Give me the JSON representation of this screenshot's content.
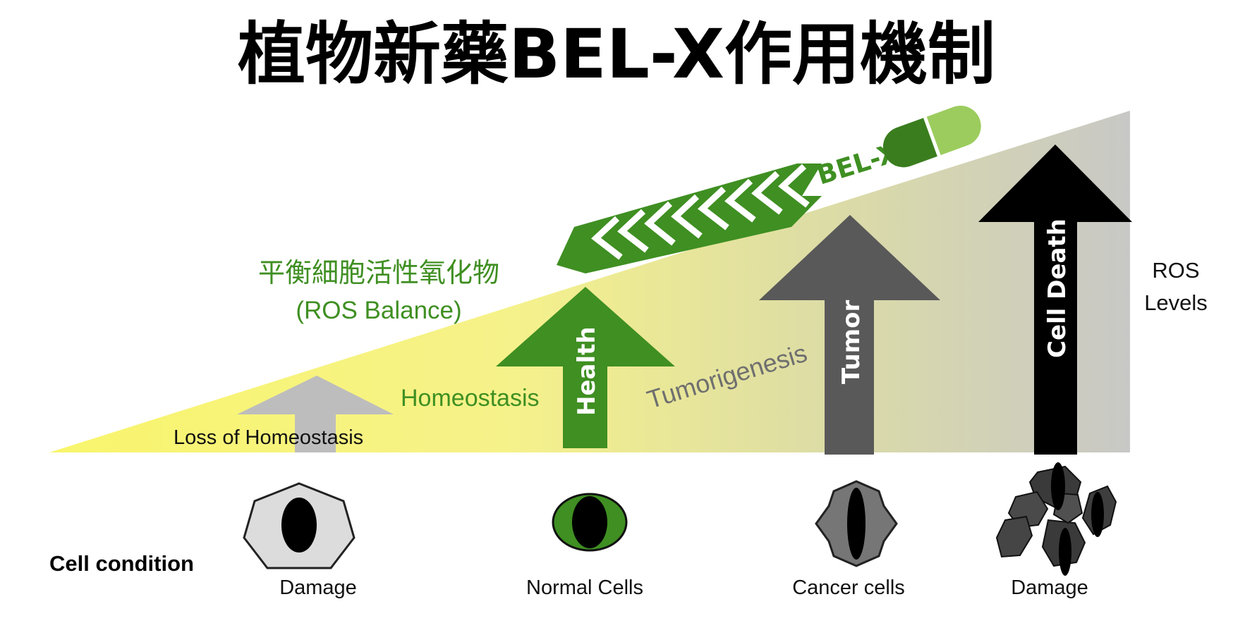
{
  "title": "植物新藥BEL-X作用機制",
  "drug_label": "BEL-X",
  "ros_balance_cn": "平衡細胞活性氧化物",
  "ros_balance_en": "(ROS Balance)",
  "ros_levels": [
    "ROS",
    "Levels"
  ],
  "stages": {
    "loss_of_homeostasis": "Loss of Homeostasis",
    "homeostasis": "Homeostasis",
    "tumorigenesis": "Tumorigenesis"
  },
  "arrows": {
    "health": "Health",
    "tumor": "Tumor",
    "cell_death": "Cell Death"
  },
  "cell_condition_label": "Cell condition",
  "cells": [
    "Damage",
    "Normal Cells",
    "Cancer cells",
    "Damage"
  ],
  "colors": {
    "green_dark": "#3f8f22",
    "green_light": "#9ccc5e",
    "yellow": "#f7f56e",
    "gray_light": "#bdbdbd",
    "gray_dark": "#595959",
    "black": "#000000"
  }
}
